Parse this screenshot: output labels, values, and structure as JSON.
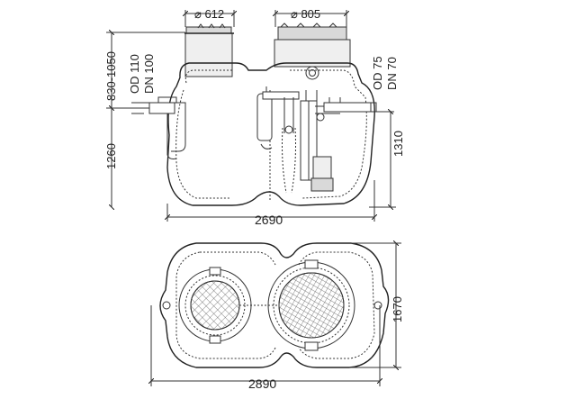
{
  "dimensions": {
    "cover_left_diameter": "612",
    "cover_right_diameter": "805",
    "burial_depth": "830-1050",
    "inlet_od": "OD 110",
    "inlet_dn": "DN 100",
    "outlet_od": "OD 75",
    "outlet_dn": "DN 70",
    "inlet_height": "1260",
    "outlet_height": "1310",
    "side_length": "2690",
    "plan_width": "1670",
    "plan_length": "2890"
  },
  "symbols": {
    "diameter": "⌀"
  }
}
